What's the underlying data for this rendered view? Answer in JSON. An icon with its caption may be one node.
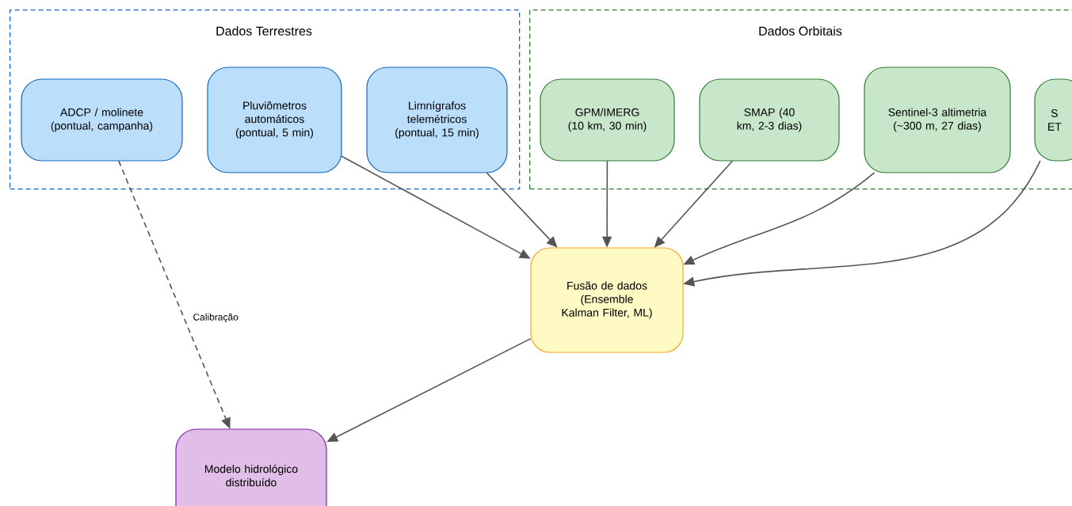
{
  "diagram": {
    "nodes": [
      {
        "text": [
          "Dados Terrestres"
        ]
      },
      {
        "text": [
          "ADCP / molinete (pontual, campanha)"
        ],
        "in": 0
      },
      {
        "text": [
          "Pluviômetros automáticos (pontual, 5 min)"
        ],
        "in": 0
      },
      {
        "text": [
          "Limnígrafos telemétricos (pontual, 15 min)"
        ],
        "in": 0
      },
      {
        "text": [
          "Dados Orbitais"
        ]
      },
      {
        "text": [
          "GPM/IMERG (10 km, 30 min)"
        ],
        "in": 4
      },
      {
        "text": [
          "SMAP (40 km, 2-3 dias)"
        ],
        "in": 4
      },
      {
        "text": [
          "Sentinel-3 altimetria (~300 m, 27 dias)"
        ],
        "in": 4
      },
      {
        "text": [
          "S ET"
        ],
        "in": 4
      },
      {
        "text": [
          "Fusão de dados (Ensemble Kalman Filter, ML)"
        ]
      },
      {
        "text": [
          "Modelo hidrológico distribuído"
        ]
      }
    ],
    "edges": [
      {
        "from": 2,
        "to": 9,
        "arrow": "to"
      },
      {
        "from": 3,
        "to": 9,
        "arrow": "to"
      },
      {
        "from": 5,
        "to": 9,
        "arrow": "to"
      },
      {
        "from": 6,
        "to": 9,
        "arrow": "to"
      },
      {
        "from": 7,
        "to": 9,
        "arrow": "to"
      },
      {
        "from": 8,
        "to": 9,
        "arrow": "to"
      },
      {
        "from": 9,
        "to": 10,
        "arrow": "to"
      },
      {
        "from": 1,
        "to": 10,
        "arrow": "to",
        "style": "dashed",
        "label": "Calibração"
      }
    ]
  }
}
